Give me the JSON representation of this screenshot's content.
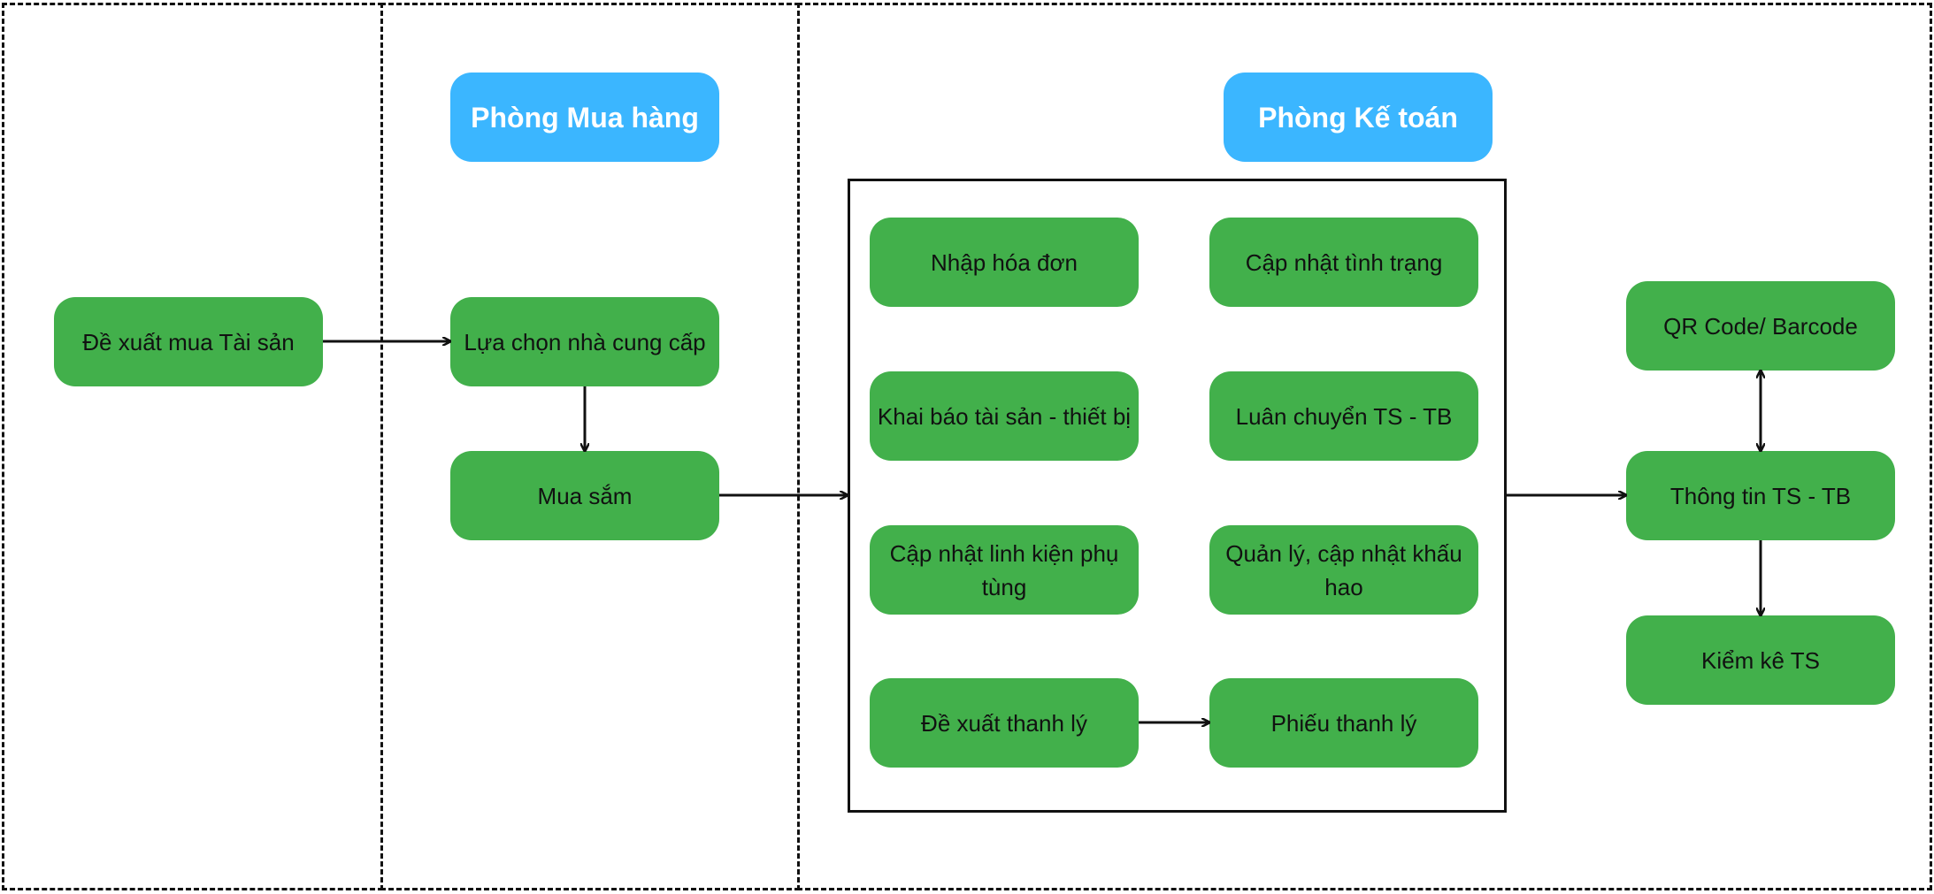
{
  "colors": {
    "process": "#42b04b",
    "department": "#3bb6ff",
    "line": "#111111"
  },
  "departments": {
    "purchasing": "Phòng Mua hàng",
    "accounting": "Phòng Kế toán"
  },
  "nodes": {
    "propose_purchase": "Đề xuất mua Tài sản",
    "select_supplier": "Lựa chọn nhà cung cấp",
    "procurement": "Mua sắm",
    "enter_invoice": "Nhập hóa đơn",
    "update_status": "Cập nhật tình trạng",
    "declare_asset": "Khai báo tài sản - thiết bị",
    "transfer_asset": "Luân chuyển TS - TB",
    "update_parts": "Cập nhật linh kiện phụ tùng",
    "manage_depreciation": "Quản lý, cập nhật khấu hao",
    "propose_liquidation": "Đề xuất thanh lý",
    "liquidation_slip": "Phiếu thanh lý",
    "qr_code": "QR Code/ Barcode",
    "asset_info": "Thông tin TS - TB",
    "inventory": "Kiểm kê TS"
  }
}
